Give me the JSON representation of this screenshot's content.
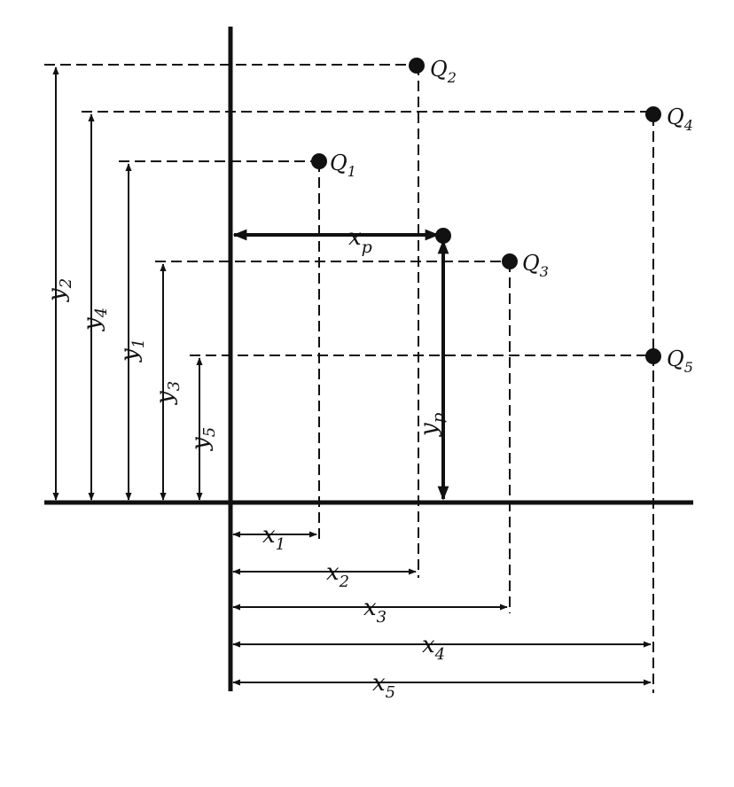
{
  "points": [
    {
      "id": "q1",
      "label": "Q",
      "sub": "1"
    },
    {
      "id": "q2",
      "label": "Q",
      "sub": "2"
    },
    {
      "id": "q3",
      "label": "Q",
      "sub": "3"
    },
    {
      "id": "q4",
      "label": "Q",
      "sub": "4"
    },
    {
      "id": "q5",
      "label": "Q",
      "sub": "5"
    }
  ],
  "resultant": {
    "x_label": "x",
    "x_sub": "p",
    "y_label": "y",
    "y_sub": "p"
  },
  "x_dims": [
    {
      "label": "x",
      "sub": "1"
    },
    {
      "label": "x",
      "sub": "2"
    },
    {
      "label": "x",
      "sub": "3"
    },
    {
      "label": "x",
      "sub": "4"
    },
    {
      "label": "x",
      "sub": "5"
    }
  ],
  "y_dims": [
    {
      "label": "y",
      "sub": "2"
    },
    {
      "label": "y",
      "sub": "4"
    },
    {
      "label": "y",
      "sub": "1"
    },
    {
      "label": "y",
      "sub": "3"
    },
    {
      "label": "y",
      "sub": "5"
    }
  ]
}
